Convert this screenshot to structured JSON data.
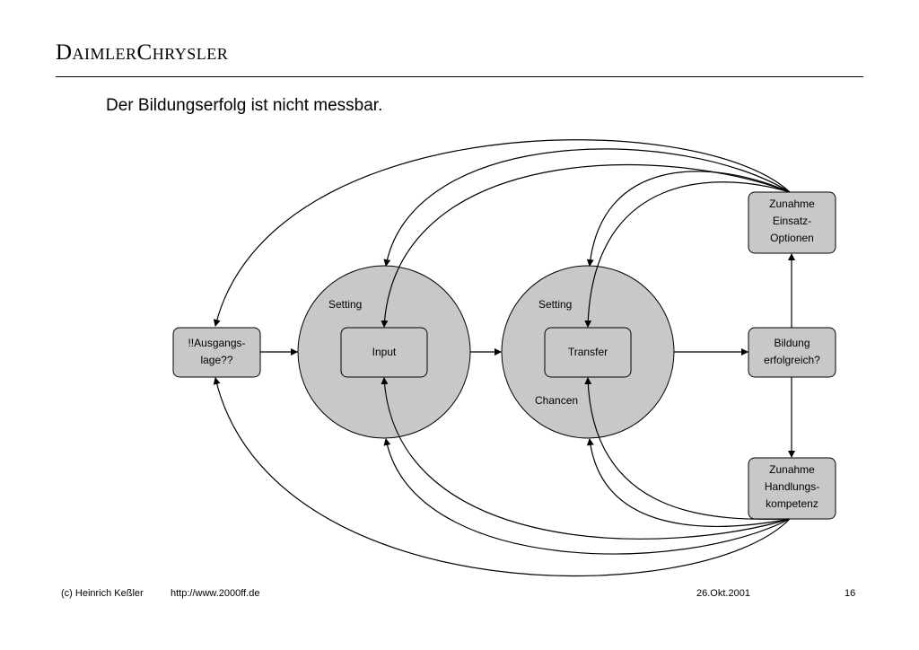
{
  "header": {
    "logo_text": "DaimlerChrysler",
    "title": "Der Bildungserfolg ist nicht messbar."
  },
  "diagram": {
    "nodes": {
      "ausgangslage": {
        "line1": "!!Ausgangs-",
        "line2": "lage??"
      },
      "input": {
        "label": "Input",
        "setting_label": "Setting"
      },
      "transfer": {
        "label": "Transfer",
        "setting_label": "Setting",
        "chancen_label": "Chancen"
      },
      "bildung": {
        "line1": "Bildung",
        "line2": "erfolgreich?"
      },
      "einsatz": {
        "line1": "Zunahme",
        "line2": "Einsatz-",
        "line3": "Optionen"
      },
      "handlung": {
        "line1": "Zunahme",
        "line2": "Handlungs-",
        "line3": "kompetenz"
      }
    },
    "colors": {
      "fill": "#c8c8c8",
      "stroke": "#000000"
    }
  },
  "footer": {
    "author": "(c) Heinrich Keßler",
    "url": "http://www.2000ff.de",
    "date": "26.Okt.2001",
    "page_number": "16"
  }
}
